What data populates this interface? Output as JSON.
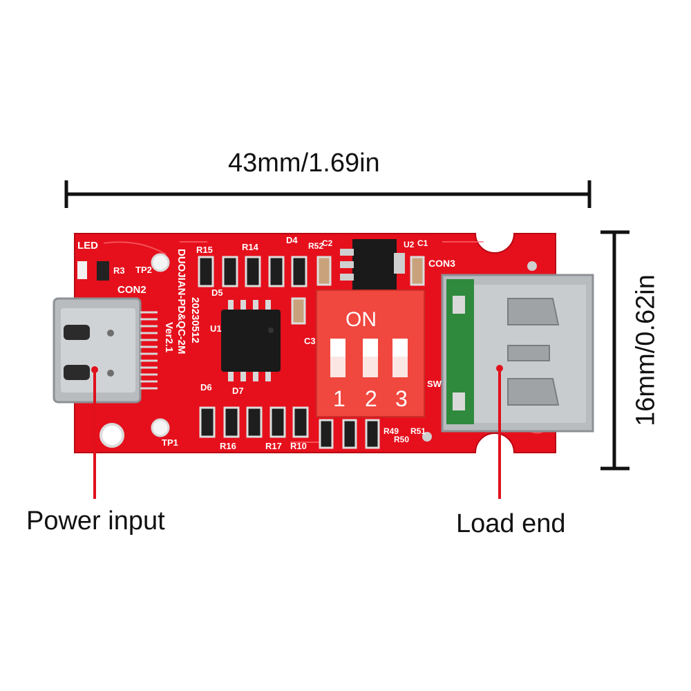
{
  "dimensions": {
    "width_label": "43mm/1.69in",
    "height_label": "16mm/0.62in"
  },
  "callouts": {
    "power_input": "Power input",
    "load_end": "Load end"
  },
  "board": {
    "silk_model": "DUOJIAN-PD&QC-2M",
    "silk_date": "20230512",
    "silk_version": "Ver2.1",
    "silk_u1": "U1",
    "silk_led": "LED",
    "silk_tp2": "TP2",
    "silk_tp1": "TP1",
    "silk_con2": "CON2",
    "silk_con3": "CON3",
    "silk_u2": "U2",
    "silk_sw": "SW",
    "silk_c1": "C1",
    "silk_c2": "C2",
    "silk_c3": "C3",
    "silk_r3": "R3",
    "silk_r14": "R14",
    "silk_r15": "R15",
    "silk_r16": "R16",
    "silk_r17": "R17",
    "silk_r10": "R10",
    "silk_r49": "R49",
    "silk_r50": "R50",
    "silk_r51": "R51",
    "silk_r52": "R52",
    "silk_d4": "D4",
    "silk_d5": "D5",
    "silk_d6": "D6",
    "silk_d7": "D7",
    "switch_on": "ON",
    "switch_1": "1",
    "switch_2": "2",
    "switch_3": "3"
  },
  "colors": {
    "pcb": "#e5101c",
    "pcb_dark": "#b80812",
    "switch": "#f0473f",
    "metal": "#b9bcbf",
    "chip": "#1a1a1a",
    "callout_line": "#e0101c"
  }
}
